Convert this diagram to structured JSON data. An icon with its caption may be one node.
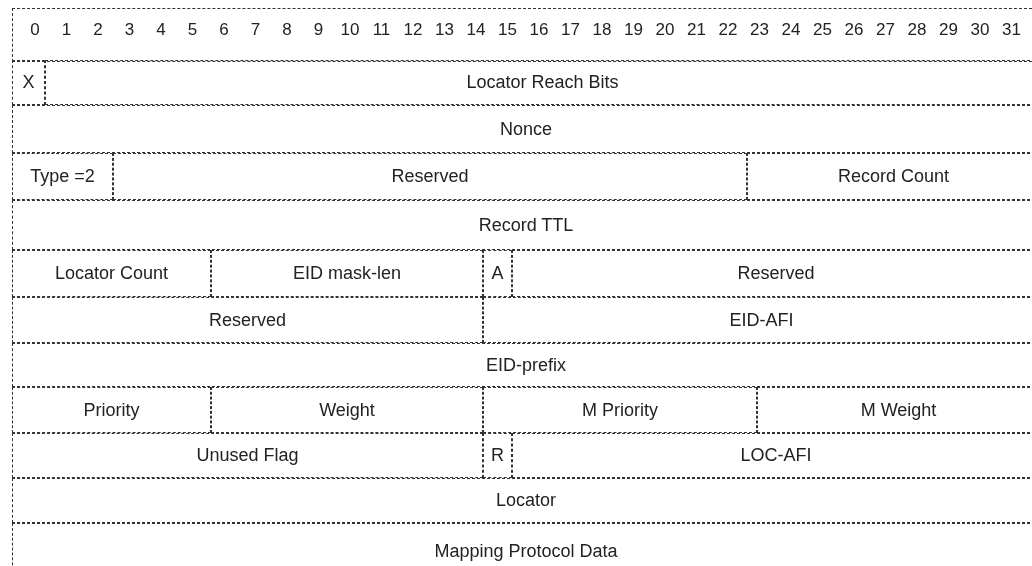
{
  "diagram": {
    "nodes": [
      {
        "text": [
          "X"
        ]
      },
      {
        "text": [
          "Locator Reach Bits"
        ]
      },
      {
        "text": [
          "Nonce"
        ]
      },
      {
        "text": [
          "Type =2"
        ]
      },
      {
        "text": [
          "Reserved"
        ]
      },
      {
        "text": [
          "Record Count"
        ]
      },
      {
        "text": [
          "Record TTL"
        ]
      },
      {
        "text": [
          "Locator Count"
        ]
      },
      {
        "text": [
          "EID mask-len"
        ]
      },
      {
        "text": [
          "A"
        ]
      },
      {
        "text": [
          "Reserved"
        ]
      },
      {
        "text": [
          "Reserved"
        ]
      },
      {
        "text": [
          "EID-AFI"
        ]
      },
      {
        "text": [
          "EID-prefix"
        ]
      },
      {
        "text": [
          "Priority"
        ]
      },
      {
        "text": [
          "Weight"
        ]
      },
      {
        "text": [
          "M Priority"
        ]
      },
      {
        "text": [
          "M Weight"
        ]
      },
      {
        "text": [
          "Unused Flag"
        ]
      },
      {
        "text": [
          "R"
        ]
      },
      {
        "text": [
          "LOC-AFI"
        ]
      },
      {
        "text": [
          "Locator"
        ]
      },
      {
        "text": [
          "Mapping Protocol Data"
        ]
      }
    ],
    "labels": [
      "0",
      "1",
      "2",
      "3",
      "4",
      "5",
      "6",
      "7",
      "8",
      "9",
      "10",
      "11",
      "12",
      "13",
      "14",
      "15",
      "16",
      "17",
      "18",
      "19",
      "20",
      "21",
      "22",
      "23",
      "24",
      "25",
      "26",
      "27",
      "28",
      "29",
      "30",
      "31"
    ]
  }
}
